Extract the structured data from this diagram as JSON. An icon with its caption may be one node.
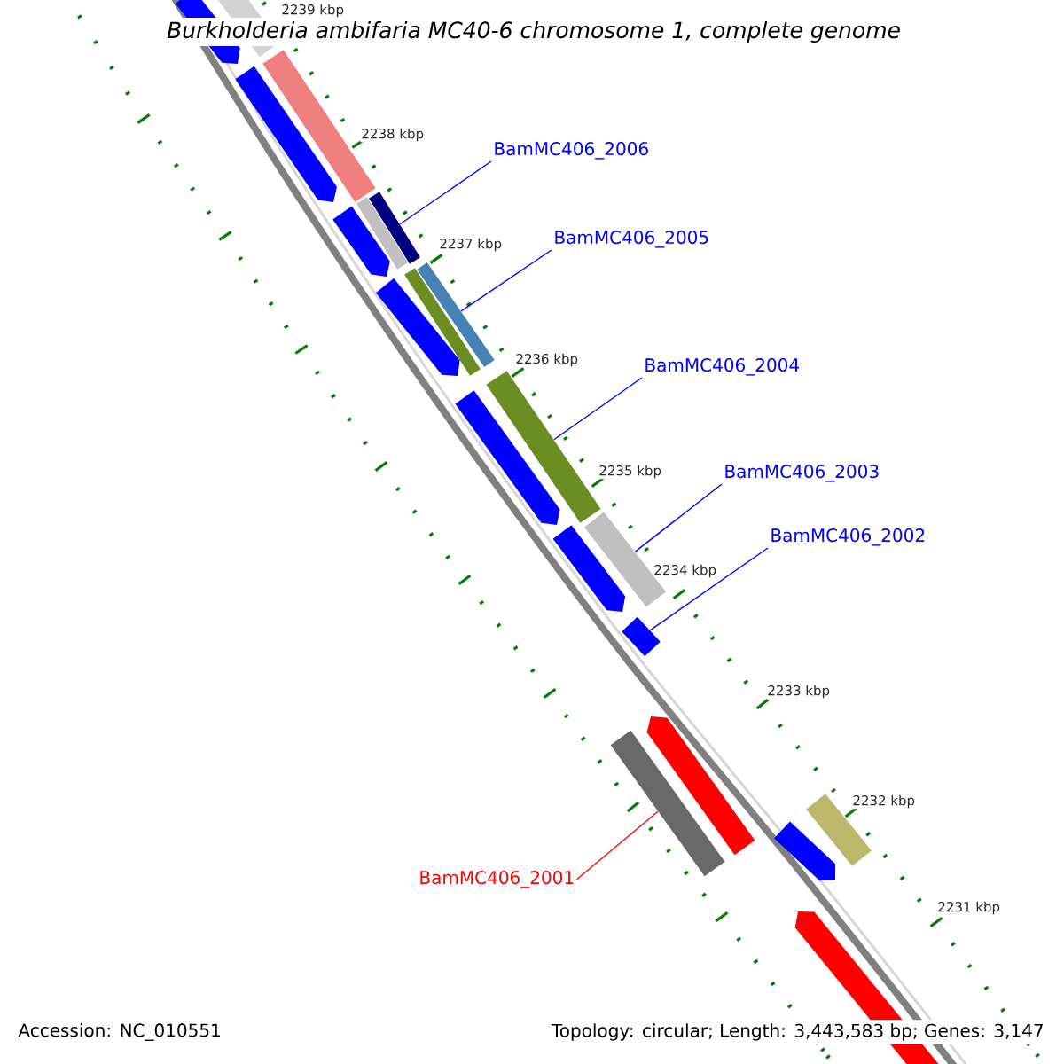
{
  "diagram": {
    "title": "*Burkholderia ambifaria* MC40-6 chromosome 1, complete genome",
    "nodes": [
      {
        "text": [
          "BamMC406_2006"
        ]
      },
      {
        "text": [
          "BamMC406_2005"
        ]
      },
      {
        "text": [
          "BamMC406_2004"
        ]
      },
      {
        "text": [
          "BamMC406_2003"
        ]
      },
      {
        "text": [
          "BamMC406_2002"
        ]
      },
      {
        "text": [
          "BamMC406_2001"
        ]
      },
      {
        "text": [],
        "shape": "bar"
      },
      {
        "text": [],
        "shape": "bar"
      },
      {
        "text": [],
        "shape": "bar"
      },
      {
        "text": [],
        "shape": "bar"
      },
      {
        "text": [],
        "shape": "bar"
      },
      {
        "text": [],
        "shape": "bar"
      }
    ],
    "edges": [
      {
        "from": 0,
        "to": 6,
        "arrow": "none"
      },
      {
        "from": 1,
        "to": 7,
        "arrow": "none"
      },
      {
        "from": 2,
        "to": 8,
        "arrow": "none"
      },
      {
        "from": 3,
        "to": 9,
        "arrow": "none"
      },
      {
        "from": 4,
        "to": 10,
        "arrow": "none"
      },
      {
        "from": 5,
        "to": 11,
        "arrow": "none",
        "color": "#ff0000"
      }
    ],
    "labels": [
      "2239 kbp",
      "2238 kbp",
      "2237 kbp",
      "2236 kbp",
      "2235 kbp",
      "2234 kbp",
      "2233 kbp",
      "2232 kbp",
      "2231 kbp",
      "Accession: NC_010551",
      "Topology: circular; Length: 3,443,583 bp; Genes: 3,147"
    ]
  }
}
